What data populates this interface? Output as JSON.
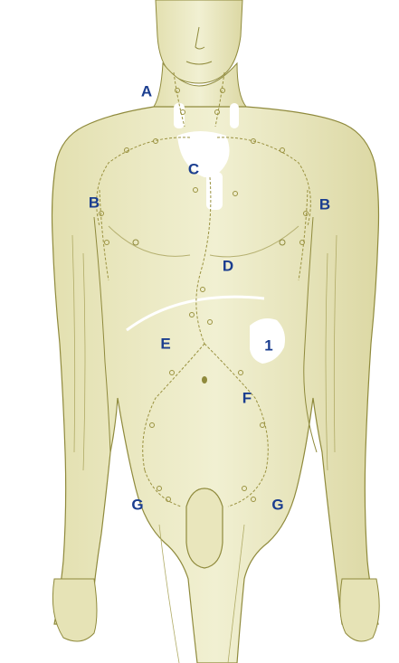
{
  "colors": {
    "skin_fill": "#ecebc6",
    "skin_shade": "#d9d6a2",
    "outline": "#8f8a3c",
    "lymph": "#9a9240",
    "vessel": "#a8a35a",
    "label": "#1a3d8f",
    "highlight": "#ffffff"
  },
  "labels": {
    "a": "A",
    "b_right": "B",
    "b_left": "B",
    "c": "C",
    "d": "D",
    "e": "E",
    "f": "F",
    "g_right": "G",
    "g_left": "G",
    "one": "1"
  }
}
